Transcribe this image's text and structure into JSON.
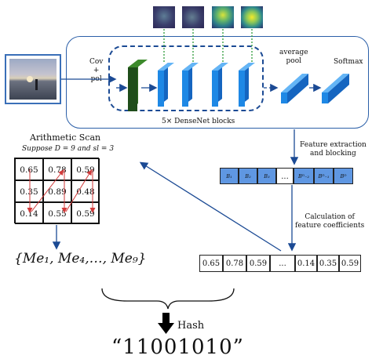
{
  "cnn": {
    "input_label": "Cov\n+\npol",
    "dense_caption": "5× DenseNet blocks",
    "avgpool_label": "average\npool",
    "softmax_label": "Softmax"
  },
  "feature": {
    "extract_label": "Feature extraction\nand blocking",
    "blocks": [
      "B₁",
      "B₂",
      "B₃",
      "...",
      "Bᴰ₋₂",
      "Bᴰ₋₁",
      "Bᴰ"
    ],
    "coef_label": "Calculation of\nfeature coefficients",
    "coefficients": [
      "0.65",
      "0.78",
      "0.59",
      "...",
      "0.14",
      "0.35",
      "0.59"
    ]
  },
  "scan": {
    "title": "Arithmetic Scan",
    "subtitle": "Suppose D = 9 and sl = 3",
    "grid": [
      "0.65",
      "0.78",
      "0.59",
      "0.35",
      "0.89",
      "0.48",
      "0.14",
      "0.55",
      "0.59"
    ],
    "set_label": "{Me₁, Me₄,…, Me₉}"
  },
  "hash": {
    "label": "Hash",
    "output": "“11001010”"
  },
  "colors": {
    "blue_block": "#1e88e5",
    "frame_blue": "#2b5fa8",
    "dark_green": "#1f4d1a"
  }
}
